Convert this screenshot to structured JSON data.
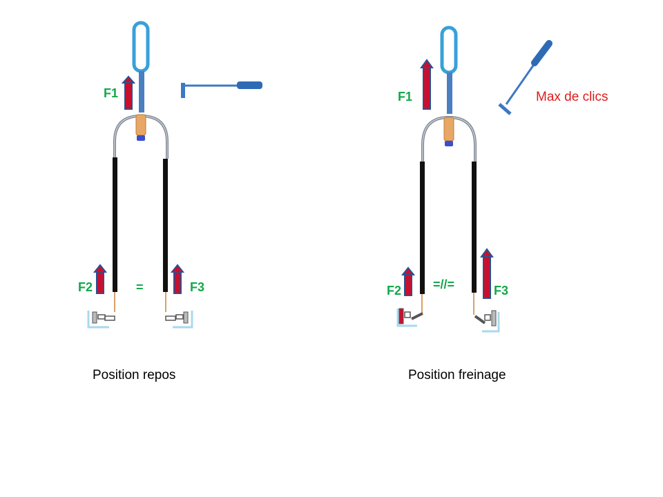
{
  "colors": {
    "force_label": "#12a84a",
    "note_red": "#e01b1b",
    "caption": "#000000",
    "arrow_body": "#c8102e",
    "arrow_outline": "#2f4f8f",
    "handle_blue": "#3d78c4",
    "cable_black": "#111111",
    "arch_gray": "#7d8590",
    "copper": "#d9a06a"
  },
  "left_panel": {
    "f1": "F1",
    "f2": "F2",
    "f3": "F3",
    "relation": "=",
    "caption": "Position repos"
  },
  "right_panel": {
    "f1": "F1",
    "f2": "F2",
    "f3": "F3",
    "relation": "=//=",
    "note": "Max de clics",
    "caption": "Position freinage"
  }
}
